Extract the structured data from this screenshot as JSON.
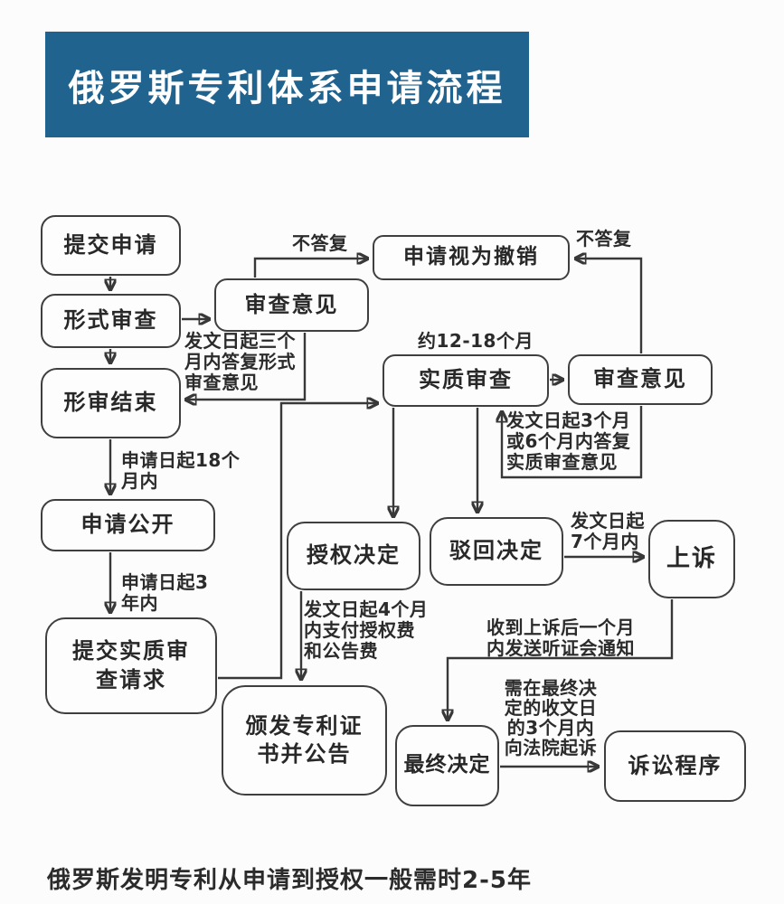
{
  "header": {
    "title": "俄罗斯专利体系申请流程"
  },
  "colors": {
    "banner_bg": "#20638f",
    "banner_text": "#ffffff",
    "line": "#383838",
    "box_border": "#3f3f3f",
    "page_bg": "#fcfcfc"
  },
  "nodes": {
    "submit": "提交申请",
    "formal": "形式审查",
    "opinion1": "审查意见",
    "withdrawn": "申请视为撤销",
    "formal_end": "形审结束",
    "substantive": "实质审查",
    "opinion2": "审查意见",
    "publication": "申请公开",
    "submit_request": "提交实质审查请求",
    "grant": "授权决定",
    "reject": "驳回决定",
    "appeal": "上诉",
    "certificate": "颁发专利证书并公告",
    "final": "最终决定",
    "litigation": "诉讼程序"
  },
  "edge_labels": {
    "no_reply_left": "不答复",
    "no_reply_right": "不答复",
    "reply_formal": "发文日起三个月内答复形式审查意见",
    "approx_months": "约12-18个月",
    "reply_substantive": "发文日起3个月或6个月内答复实质审查意见",
    "within_18_months": "申请日起18个月内",
    "within_3_years": "申请日起3年内",
    "pay_fees": "发文日起4个月内支付授权费和公告费",
    "within_7_months": "发文日起7个月内",
    "hearing_notice": "收到上诉后一个月内发送听证会通知",
    "court_appeal": "需在最终决定的收文日的3个月内向法院起诉"
  },
  "caption": "俄罗斯发明专利从申请到授权一般需时2-5年"
}
